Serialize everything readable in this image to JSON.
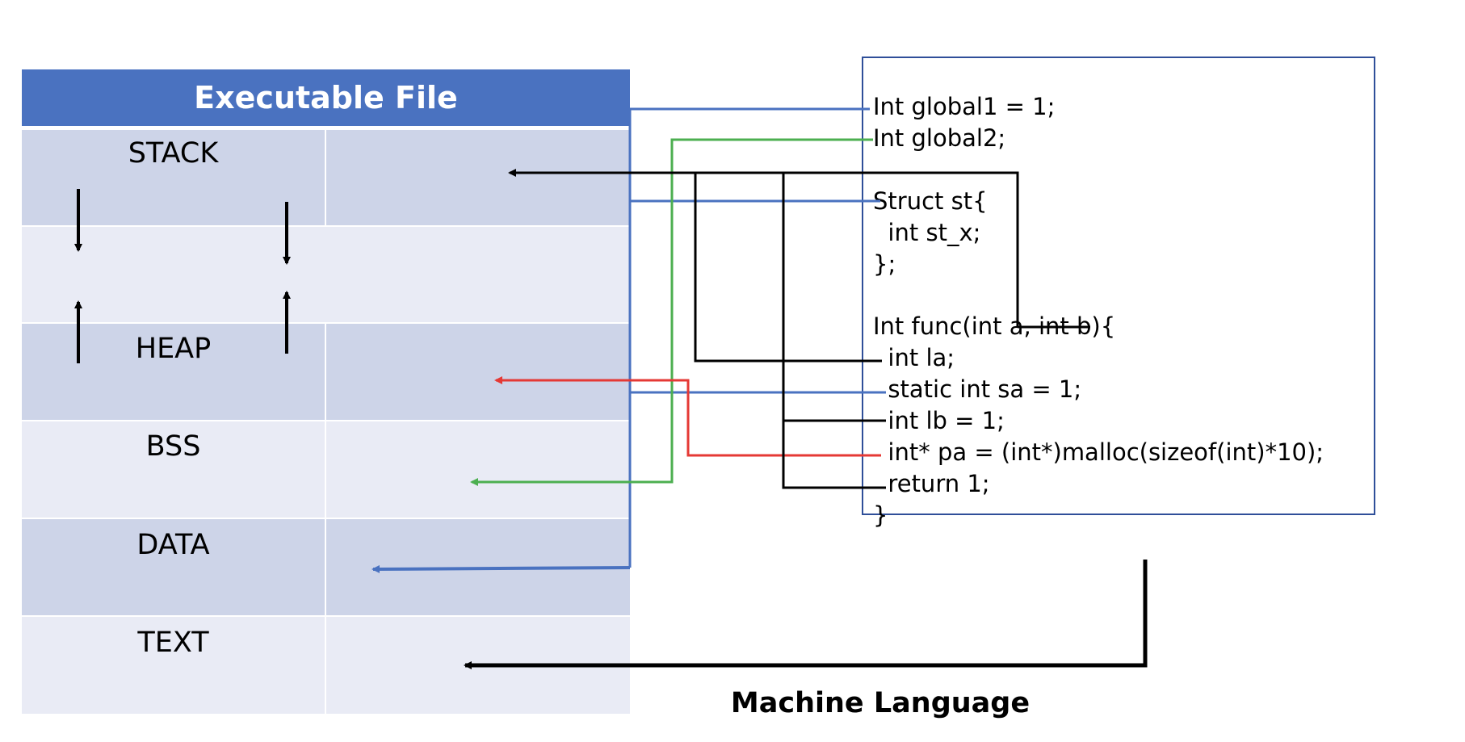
{
  "table": {
    "title": "Executable File",
    "segments": [
      "STACK",
      "HEAP",
      "BSS",
      "DATA",
      "TEXT"
    ]
  },
  "code": {
    "lines": [
      "Int global1 = 1;",
      "Int global2;",
      "Struct st{",
      "  int st_x;",
      "};",
      "Int func(int a, int b){",
      "  int la;",
      "  static int sa = 1;",
      "  int lb = 1;",
      "  int* pa = (int*)malloc(sizeof(int)*10);",
      "  return 1;",
      "}"
    ]
  },
  "caption": "Machine Language",
  "colors": {
    "header_bg": "#4a72c0",
    "row_dark": "#cdd4e8",
    "row_light": "#e9ebf5",
    "blue_line": "#4a72c0",
    "green_line": "#4caf50",
    "red_line": "#e53935",
    "black_line": "#000000"
  }
}
